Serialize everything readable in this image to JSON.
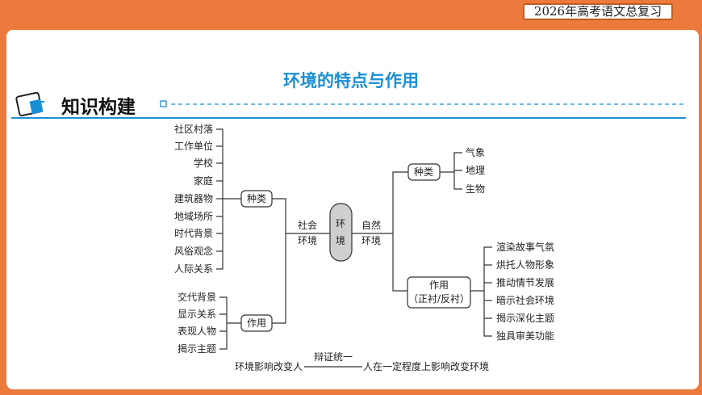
{
  "header": {
    "badge": "2026年高考语文总复习"
  },
  "page": {
    "title": "环境的特点与作用",
    "section": "知识构建"
  },
  "diagram": {
    "center": [
      "环",
      "境"
    ],
    "social_label": [
      "社会",
      "环境"
    ],
    "natural_label": [
      "自然",
      "环境"
    ],
    "social_types_label": "种类",
    "social_types": [
      "社区村落",
      "工作单位",
      "学校",
      "家庭",
      "建筑器物",
      "地域场所",
      "时代背景",
      "风俗观念",
      "人际关系"
    ],
    "social_functions_label": "作用",
    "social_functions": [
      "交代背景",
      "显示关系",
      "表现人物",
      "揭示主题"
    ],
    "natural_types_label": "种类",
    "natural_types": [
      "气象",
      "地理",
      "生物"
    ],
    "natural_functions_label": [
      "作用",
      "（正衬/反衬）"
    ],
    "natural_functions": [
      "渲染故事气氛",
      "烘托人物形象",
      "推动情节发展",
      "暗示社会环境",
      "揭示深化主题",
      "独具审美功能"
    ],
    "bottom": {
      "left": "环境影响改变人",
      "middle": "辩证统一",
      "right": "人在一定程度上影响改变环境"
    }
  }
}
